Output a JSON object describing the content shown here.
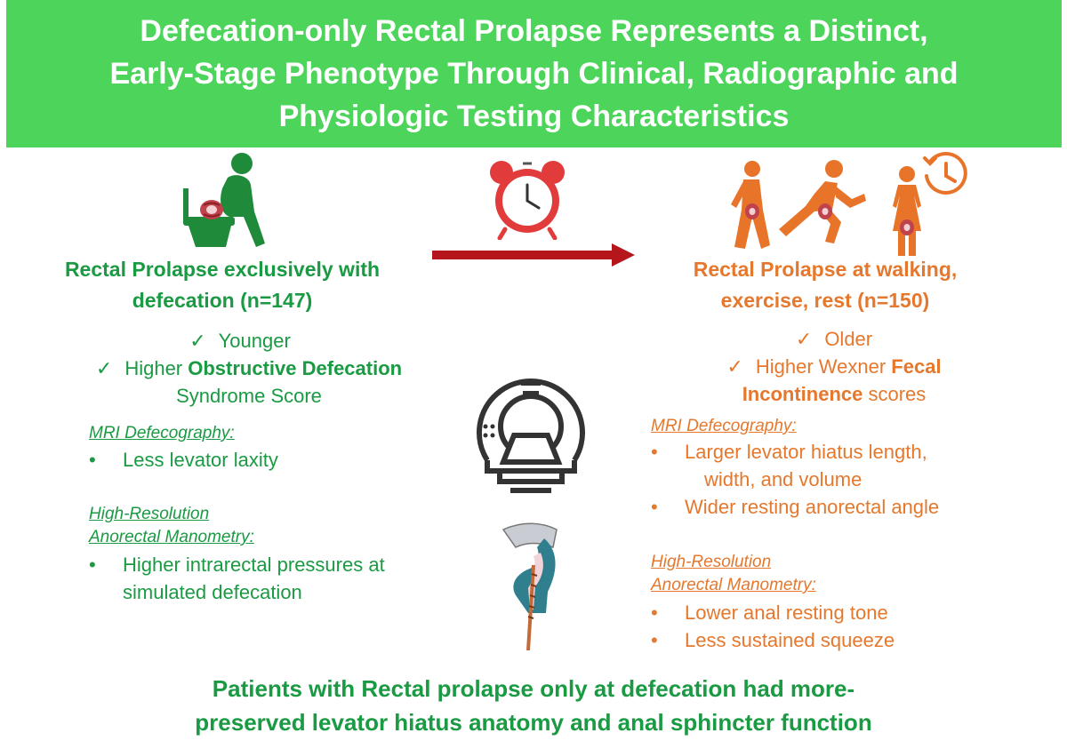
{
  "title": {
    "line1": "Defecation-only Rectal Prolapse Represents a Distinct,",
    "line2": "Early-Stage Phenotype Through Clinical, Radiographic and",
    "line3": "Physiologic Testing Characteristics"
  },
  "left": {
    "heading_line1": "Rectal Prolapse exclusively with",
    "heading_line2": "defecation (n=147)",
    "checks": {
      "c1": "Younger",
      "c2_pre": "Higher ",
      "c2_bold": "Obstructive Defecation",
      "c2_line2": "Syndrome Score"
    },
    "mri": {
      "title": "MRI Defecography:",
      "b1": "Less levator laxity"
    },
    "manometry": {
      "title_line1": "High-Resolution",
      "title_line2": "Anorectal Manometry:",
      "b1_line1": "Higher intrarectal pressures at",
      "b1_line2": "simulated defecation"
    }
  },
  "right": {
    "heading_line1": "Rectal Prolapse at walking,",
    "heading_line2": "exercise, rest (n=150)",
    "checks": {
      "c1": "Older",
      "c2_pre": "Higher Wexner ",
      "c2_bold": "Fecal",
      "c2_line2_bold": "Incontinence",
      "c2_line2_rest": " scores"
    },
    "mri": {
      "title": "MRI Defecography:",
      "b1_line1": "Larger levator hiatus length,",
      "b1_line2": "width, and volume",
      "b2": "Wider resting anorectal angle"
    },
    "manometry": {
      "title_line1": "High-Resolution",
      "title_line2": "Anorectal Manometry:",
      "b1": "Lower anal resting tone",
      "b2": "Less sustained squeeze"
    }
  },
  "footer": {
    "line1": "Patients with Rectal prolapse only at defecation had more-",
    "line2": "preserved levator hiatus anatomy and anal sphincter function"
  },
  "glyphs": {
    "check": "✓",
    "bullet": "•"
  },
  "colors": {
    "banner": "#4cd55a",
    "green_text": "#1a9a43",
    "orange_text": "#e5782d",
    "arrow": "#b5161b",
    "clock": "#e23b3b",
    "icon_green": "#1f8a3a",
    "icon_orange": "#e8742a"
  },
  "icons": {
    "toilet_person": "toilet-person-icon",
    "alarm_clock": "alarm-clock-icon",
    "walking": "walking-person-icon",
    "running": "running-person-icon",
    "standing": "standing-person-icon",
    "timer": "timer-icon",
    "mri_scanner": "mri-scanner-icon",
    "anorectal": "anorectal-manometry-icon"
  }
}
